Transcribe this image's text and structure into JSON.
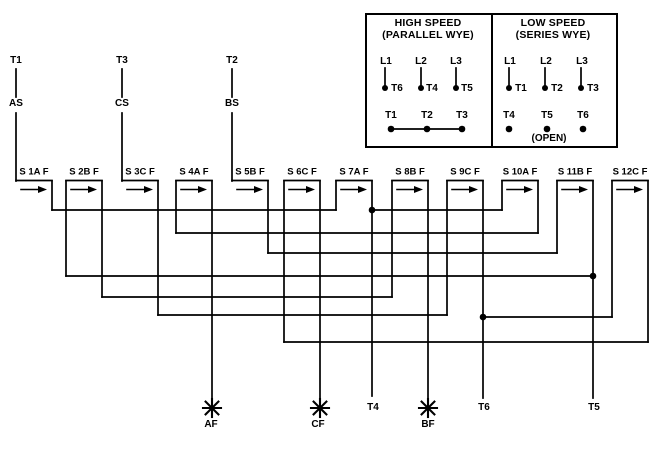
{
  "diagram": {
    "description_domain": "two-speed motor winding wiring diagram",
    "top_terminals": [
      {
        "line": "T1",
        "start": "AS"
      },
      {
        "line": "T3",
        "start": "CS"
      },
      {
        "line": "T2",
        "start": "BS"
      }
    ],
    "coils": [
      "S 1A F",
      "S 2B F",
      "S 3C F",
      "S 4A F",
      "S 5B F",
      "S 6C F",
      "S 7A F",
      "S 8B F",
      "S 9C F",
      "S 10A F",
      "S 11B F",
      "S 12C F"
    ],
    "star_points": [
      "AF",
      "CF",
      "BF"
    ],
    "bottom_terminals": [
      "T4",
      "T6",
      "T5"
    ],
    "legend": {
      "high_speed": {
        "title": "HIGH SPEED",
        "subtitle": "(PARALLEL WYE)",
        "line_labels": [
          "L1",
          "L2",
          "L3"
        ],
        "connected_terminals": [
          "T6",
          "T4",
          "T5"
        ],
        "joined_terminals": [
          "T1",
          "T2",
          "T3"
        ]
      },
      "low_speed": {
        "title": "LOW SPEED",
        "subtitle": "(SERIES WYE)",
        "line_labels": [
          "L1",
          "L2",
          "L3"
        ],
        "connected_terminals": [
          "T1",
          "T2",
          "T3"
        ],
        "open_terminals": [
          "T4",
          "T5",
          "T6"
        ],
        "open_note": "(OPEN)"
      }
    },
    "colors": {
      "ink": "#000000",
      "background": "#ffffff"
    }
  }
}
